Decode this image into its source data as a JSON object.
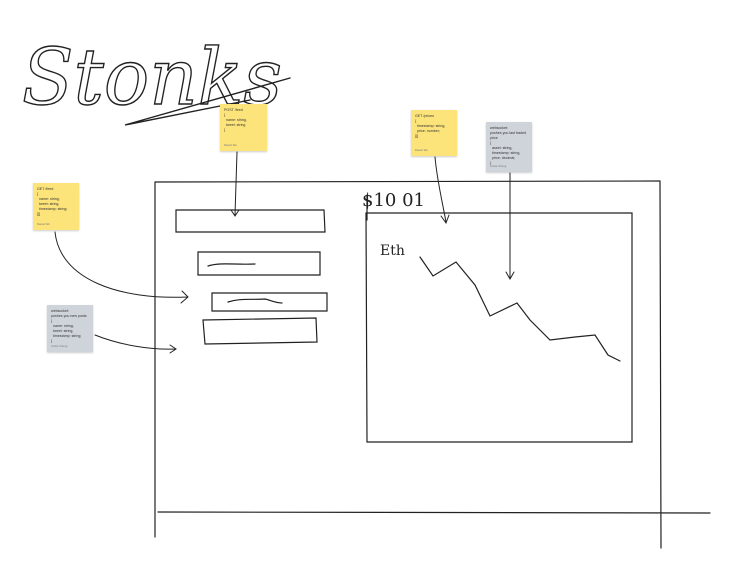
{
  "title": "Stonks",
  "price_label": "$10 01",
  "chart_label": "Eth",
  "notes": [
    {
      "text": "POST /feed\n{\n  name: string,\n  tweet: string\n}",
      "author": "Daniel Wu",
      "color": "#fde47a"
    },
    {
      "text": "GET /prices\n{\n  timestamp: string,\n  price: number;\n}[]",
      "author": "Daniel Wu",
      "color": "#fde47a"
    },
    {
      "text": "websocket:\npushes you last traded\nprice\n{\n  asset: string,\n  timestamp: string,\n  price: decimal;\n}",
      "author": "Curtis Chong",
      "color": "#cfd3da"
    },
    {
      "text": "GET /feed\n{\n  name: string,\n  tweet: string,\n  timestamp: string;\n}[]",
      "author": "Daniel Wu",
      "color": "#fde47a"
    },
    {
      "text": "websocket:\npushes you new posts\n{\n  name: string,\n  tweet: string,\n  timestamp: string;\n}",
      "author": "Curtis Chong",
      "color": "#cfd3da"
    }
  ]
}
